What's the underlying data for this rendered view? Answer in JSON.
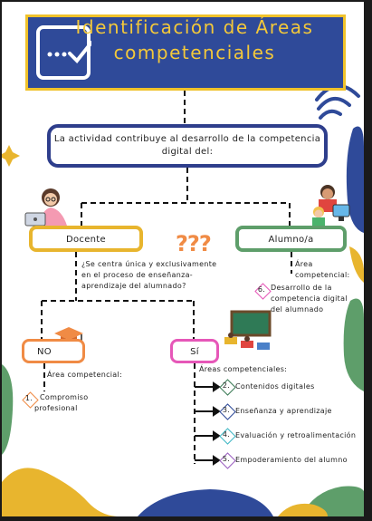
{
  "header": {
    "title_line1": "Identificación de Áreas",
    "title_line2": "competenciales"
  },
  "question": {
    "line1": "La actividad  contribuye al desarrollo de la competencia",
    "line2": "digital del:"
  },
  "roles": {
    "docente": "Docente",
    "alumno": "Alumno/a"
  },
  "docente_question": {
    "line1": "¿Se centra única y exclusivamente",
    "line2": "en el proceso de enseñanza-",
    "line3": "aprendizaje del alumnado?"
  },
  "alumno_area": {
    "heading": "Área competencial:",
    "number": "6.",
    "line1": "Desarrollo de la",
    "line2": "competencia digital",
    "line3": "del alumnado"
  },
  "answers": {
    "no": "NO",
    "si": "Sí"
  },
  "no_area": {
    "heading": "Área competencial:",
    "number": "1.",
    "line1": "Compromiso",
    "line2": "profesional"
  },
  "si_areas": {
    "heading": "Áreas competenciales:",
    "items": [
      {
        "number": "2.",
        "label": "Contenidos digitales",
        "color": "#3a7a55"
      },
      {
        "number": "3.",
        "label": "Enseñanza y aprendizaje",
        "color": "#2f4a99"
      },
      {
        "number": "4.",
        "label": "Evaluación y retroalimentación",
        "color": "#3fb7c4"
      },
      {
        "number": "5.",
        "label": "Empoderamiento del alumno",
        "color": "#9b5fc0"
      }
    ]
  },
  "decor": {
    "question_marks": "???"
  },
  "colors": {
    "navy": "#2f4a99",
    "gold": "#e8b52e",
    "green": "#5e9e6a",
    "orange": "#f08b45",
    "pink": "#e657b8"
  }
}
